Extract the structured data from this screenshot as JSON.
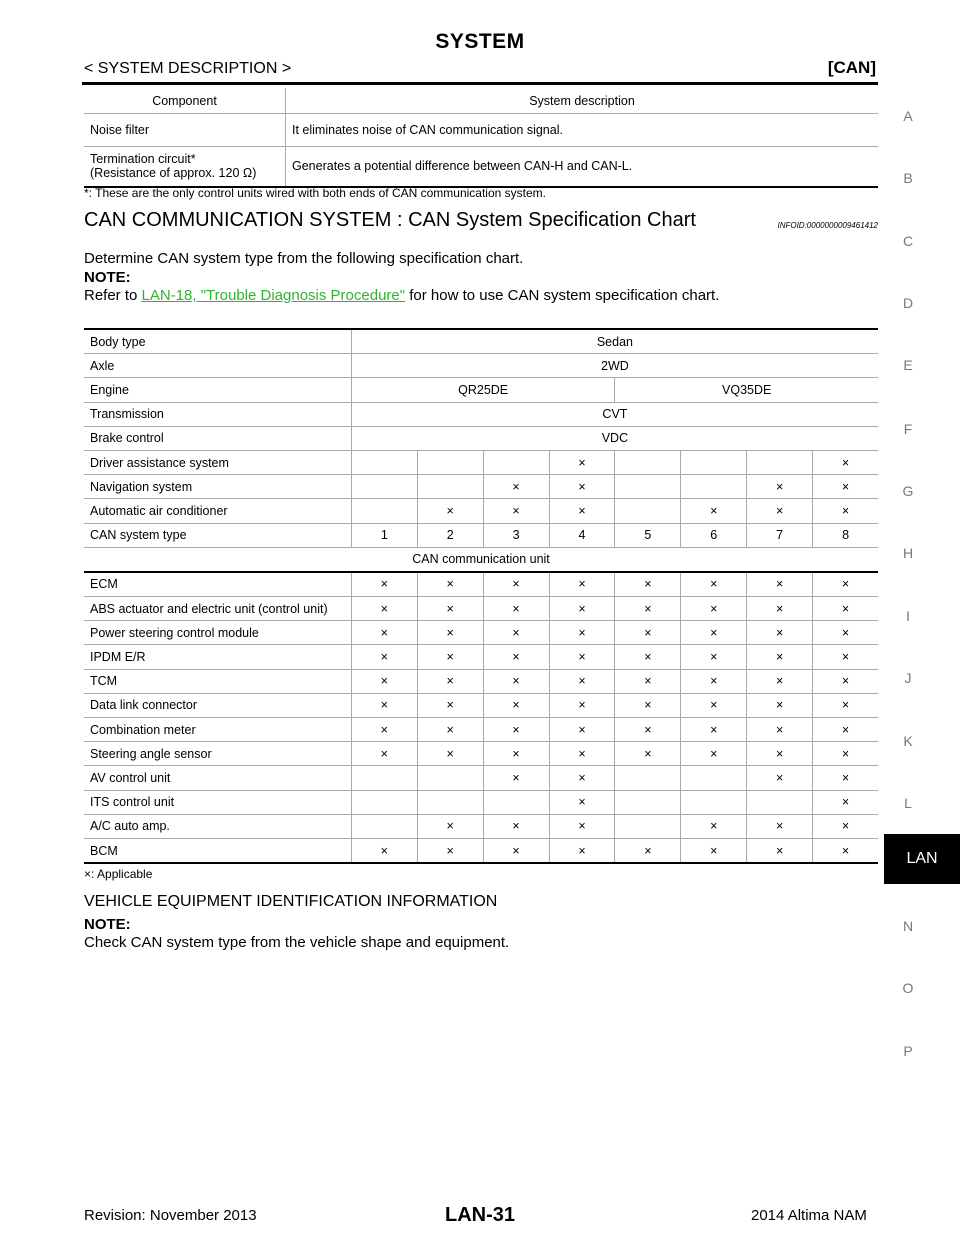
{
  "header": {
    "title": "SYSTEM",
    "section_left": "< SYSTEM DESCRIPTION >",
    "section_right": "[CAN]"
  },
  "side_index": [
    "A",
    "B",
    "C",
    "D",
    "E",
    "F",
    "G",
    "H",
    "I",
    "J",
    "K",
    "L",
    "LAN",
    "N",
    "O",
    "P"
  ],
  "side_active": "LAN",
  "component_table": {
    "headers": [
      "Component",
      "System description"
    ],
    "rows": [
      {
        "component": "Noise filter",
        "component2": "",
        "description": "It eliminates noise of CAN communication signal."
      },
      {
        "component": "Termination circuit*",
        "component2": "(Resistance of approx. 120 Ω)",
        "description": "Generates a potential difference between CAN-H and CAN-L."
      }
    ],
    "footnote": "*: These are the only control units wired with both ends of CAN communication system."
  },
  "section": {
    "heading": "CAN COMMUNICATION SYSTEM : CAN System Specification Chart",
    "infoid": "INFOID:0000000009461412",
    "intro": "Determine CAN system type from the following specification chart.",
    "note_label": "NOTE:",
    "refer_prefix": "Refer to ",
    "refer_link": "LAN-18, \"Trouble Diagnosis Procedure\"",
    "refer_suffix": " for how to use CAN system specification chart."
  },
  "spec_table": {
    "body_type_label": "Body type",
    "body_type": "Sedan",
    "axle_label": "Axle",
    "axle": "2WD",
    "engine_label": "Engine",
    "engines": [
      "QR25DE",
      "VQ35DE"
    ],
    "transmission_label": "Transmission",
    "transmission": "CVT",
    "brake_label": "Brake control",
    "brake": "VDC",
    "option_rows": [
      {
        "label": "Driver assistance system",
        "cells": [
          "",
          "",
          "",
          "×",
          "",
          "",
          "",
          "×"
        ]
      },
      {
        "label": "Navigation system",
        "cells": [
          "",
          "",
          "×",
          "×",
          "",
          "",
          "×",
          "×"
        ]
      },
      {
        "label": "Automatic air conditioner",
        "cells": [
          "",
          "×",
          "×",
          "×",
          "",
          "×",
          "×",
          "×"
        ]
      }
    ],
    "type_label": "CAN system type",
    "types": [
      "1",
      "2",
      "3",
      "4",
      "5",
      "6",
      "7",
      "8"
    ],
    "unit_header": "CAN communication unit",
    "unit_rows": [
      {
        "label": "ECM",
        "cells": [
          "×",
          "×",
          "×",
          "×",
          "×",
          "×",
          "×",
          "×"
        ]
      },
      {
        "label": "ABS actuator and electric unit (control unit)",
        "cells": [
          "×",
          "×",
          "×",
          "×",
          "×",
          "×",
          "×",
          "×"
        ]
      },
      {
        "label": "Power steering control module",
        "cells": [
          "×",
          "×",
          "×",
          "×",
          "×",
          "×",
          "×",
          "×"
        ]
      },
      {
        "label": "IPDM E/R",
        "cells": [
          "×",
          "×",
          "×",
          "×",
          "×",
          "×",
          "×",
          "×"
        ]
      },
      {
        "label": "TCM",
        "cells": [
          "×",
          "×",
          "×",
          "×",
          "×",
          "×",
          "×",
          "×"
        ]
      },
      {
        "label": "Data link connector",
        "cells": [
          "×",
          "×",
          "×",
          "×",
          "×",
          "×",
          "×",
          "×"
        ]
      },
      {
        "label": "Combination meter",
        "cells": [
          "×",
          "×",
          "×",
          "×",
          "×",
          "×",
          "×",
          "×"
        ]
      },
      {
        "label": "Steering angle sensor",
        "cells": [
          "×",
          "×",
          "×",
          "×",
          "×",
          "×",
          "×",
          "×"
        ]
      },
      {
        "label": "AV control unit",
        "cells": [
          "",
          "",
          "×",
          "×",
          "",
          "",
          "×",
          "×"
        ]
      },
      {
        "label": "ITS control unit",
        "cells": [
          "",
          "",
          "",
          "×",
          "",
          "",
          "",
          "×"
        ]
      },
      {
        "label": "A/C auto amp.",
        "cells": [
          "",
          "×",
          "×",
          "×",
          "",
          "×",
          "×",
          "×"
        ]
      },
      {
        "label": "BCM",
        "cells": [
          "×",
          "×",
          "×",
          "×",
          "×",
          "×",
          "×",
          "×"
        ]
      }
    ],
    "legend": "×: Applicable"
  },
  "vehicle_info": {
    "heading": "VEHICLE EQUIPMENT IDENTIFICATION INFORMATION",
    "note_label": "NOTE:",
    "note_text": "Check CAN system type from the vehicle shape and equipment."
  },
  "footer": {
    "revision": "Revision: November 2013",
    "page": "LAN-31",
    "model": "2014 Altima NAM"
  }
}
